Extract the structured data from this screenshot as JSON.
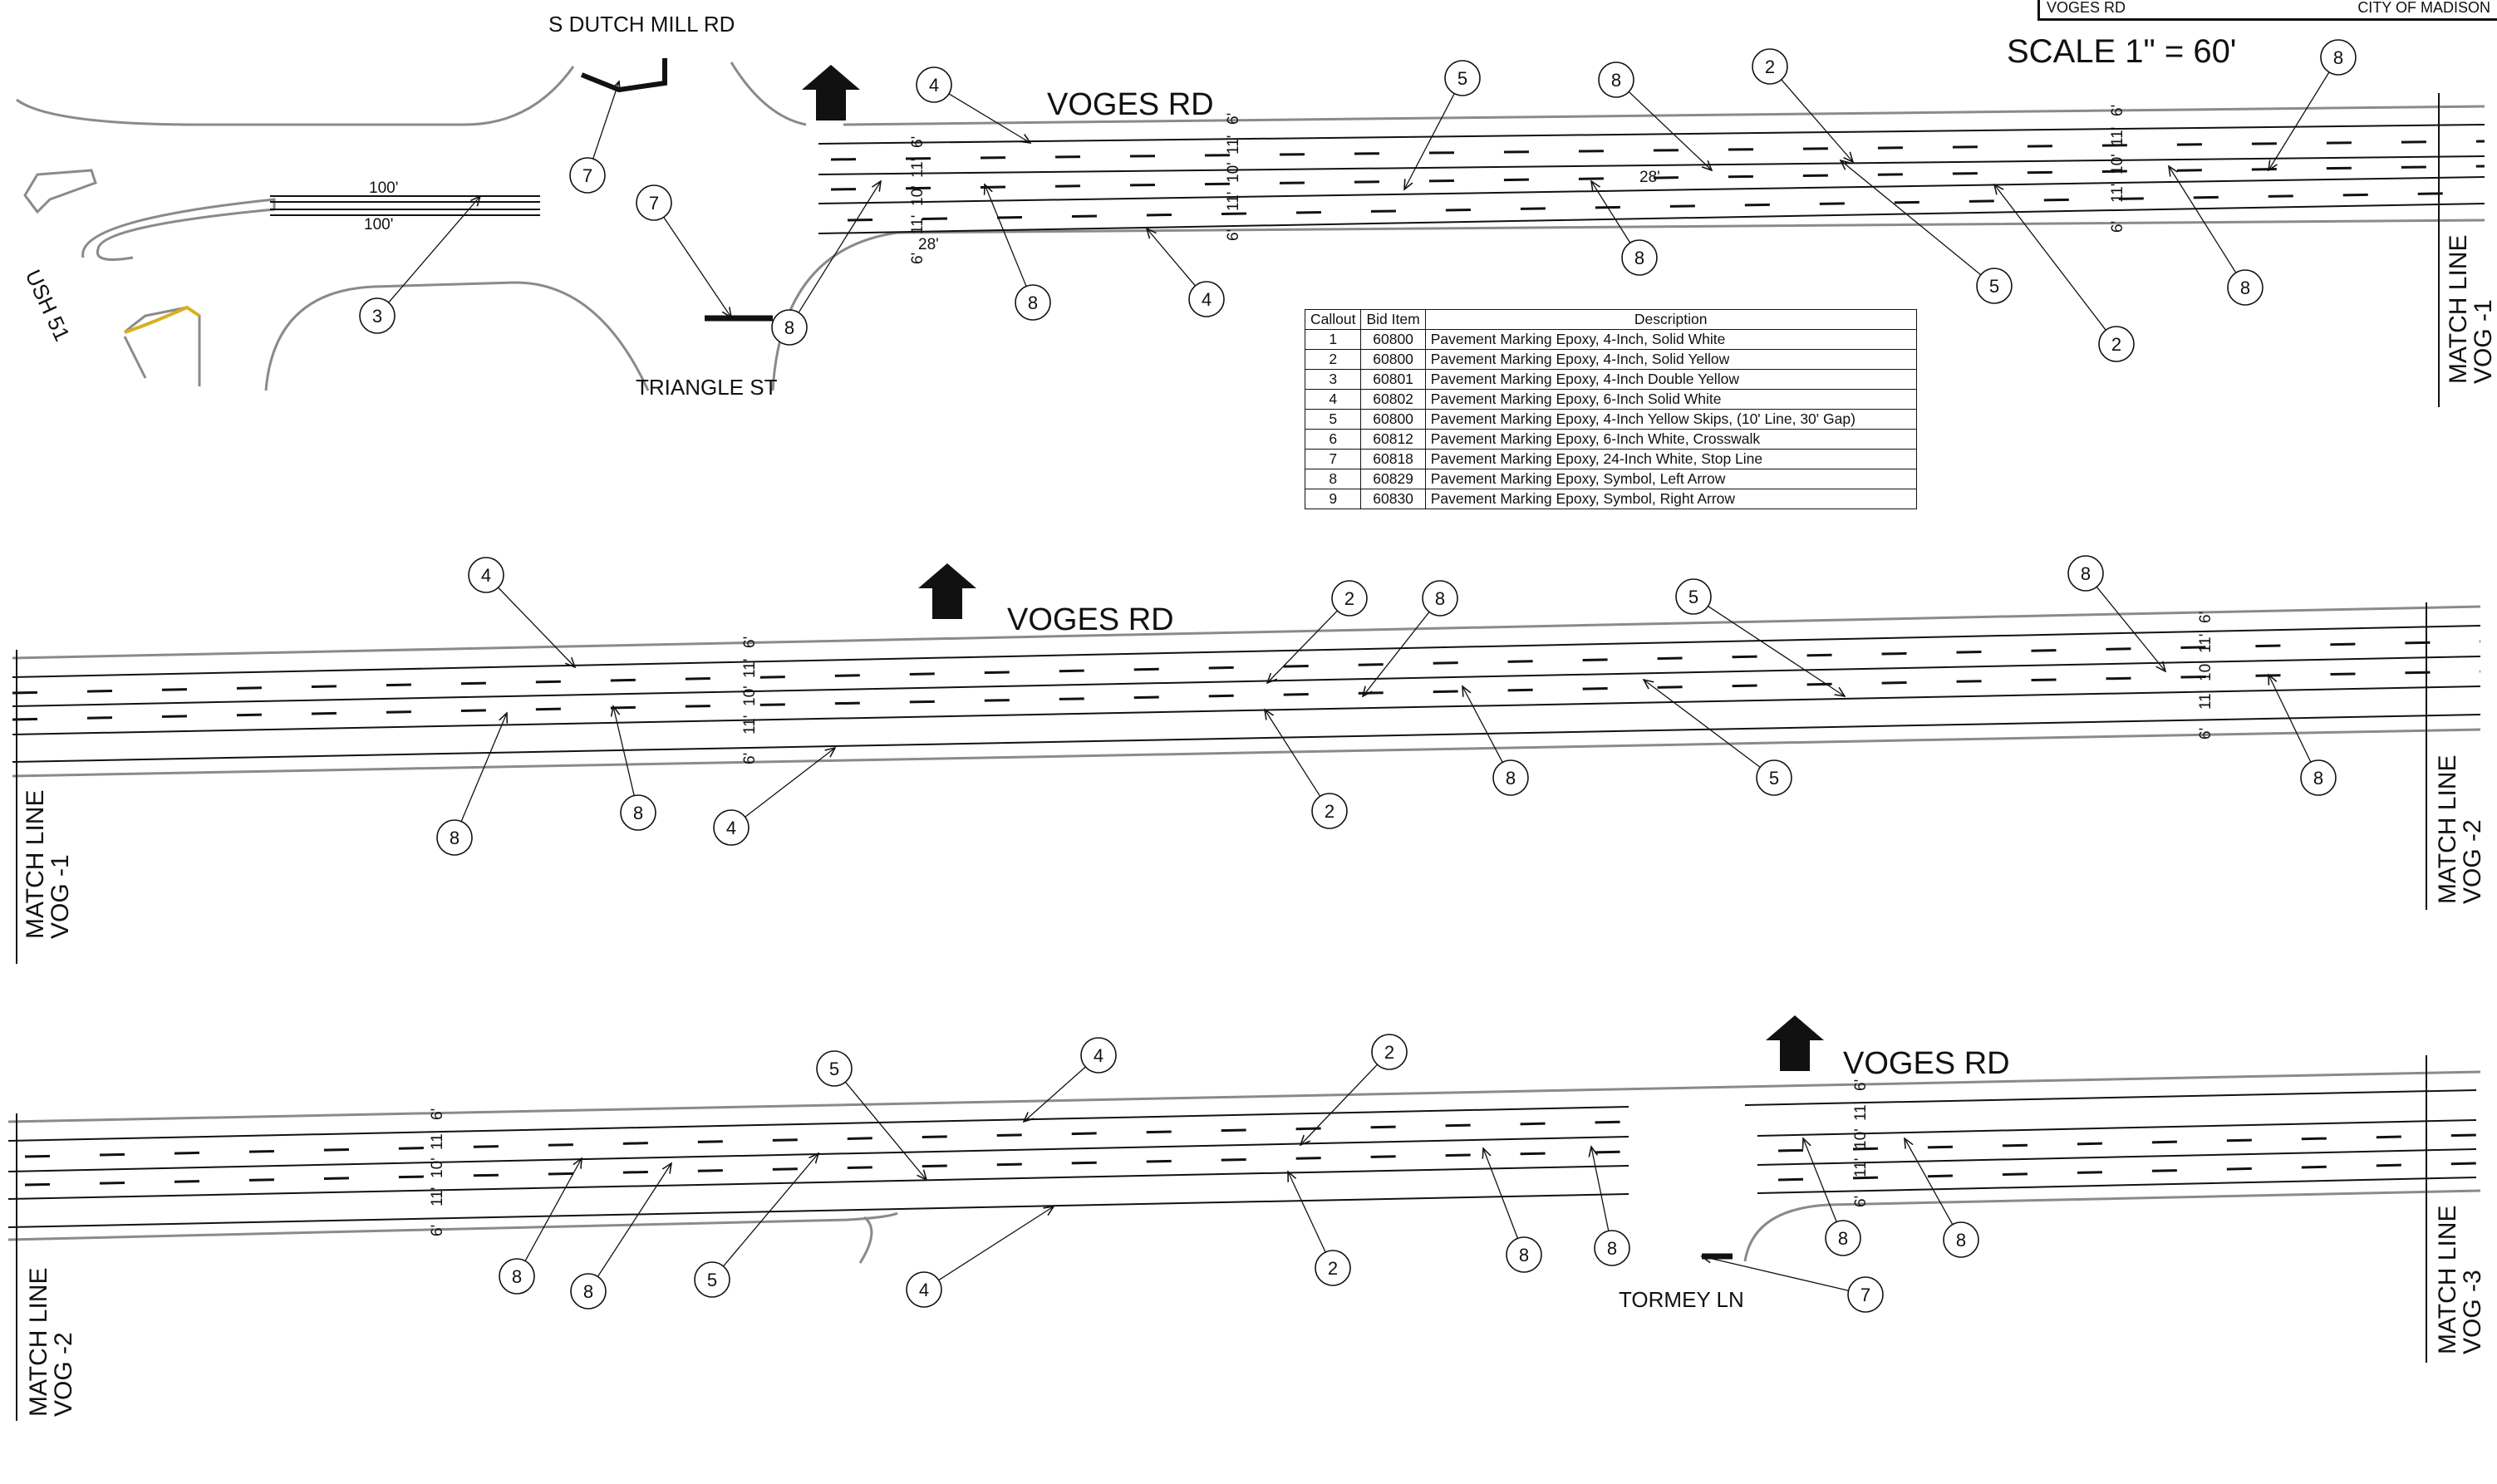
{
  "title_block": {
    "left_text": "VOGES RD",
    "right_text": "CITY OF MADISON"
  },
  "scale": "SCALE 1\" = 60'",
  "street_labels": {
    "dutch_mill": "S DUTCH MILL RD",
    "ush51": "USH 51",
    "triangle": "TRIANGLE ST",
    "tormey": "TORMEY LN",
    "voges": "VOGES RD"
  },
  "match_lines": {
    "vog1": [
      "MATCH LINE",
      "VOG -1"
    ],
    "vog2": [
      "MATCH LINE",
      "VOG -2"
    ],
    "vog3": [
      "MATCH LINE",
      "VOG -3"
    ]
  },
  "dimensions": {
    "len_100": "100'",
    "gap_28": "28'",
    "lanes": [
      "6'",
      "11'",
      "10'",
      "11'",
      "6'"
    ]
  },
  "legend": {
    "headers": [
      "Callout",
      "Bid Item",
      "Description"
    ],
    "rows": [
      [
        "1",
        "60800",
        "Pavement Marking Epoxy, 4-Inch, Solid White"
      ],
      [
        "2",
        "60800",
        "Pavement Marking Epoxy, 4-Inch, Solid Yellow"
      ],
      [
        "3",
        "60801",
        "Pavement Marking Epoxy, 4-Inch Double Yellow"
      ],
      [
        "4",
        "60802",
        "Pavement Marking Epoxy, 6-Inch Solid White"
      ],
      [
        "5",
        "60800",
        "Pavement Marking Epoxy, 4-Inch Yellow Skips, (10' Line, 30' Gap)"
      ],
      [
        "6",
        "60812",
        "Pavement Marking Epoxy, 6-Inch White, Crosswalk"
      ],
      [
        "7",
        "60818",
        "Pavement Marking Epoxy, 24-Inch White, Stop Line"
      ],
      [
        "8",
        "60829",
        "Pavement Marking Epoxy, Symbol, Left Arrow"
      ],
      [
        "9",
        "60830",
        "Pavement Marking Epoxy, Symbol, Right Arrow"
      ]
    ]
  },
  "callouts": {
    "s1": [
      "4",
      "5",
      "8",
      "2",
      "8",
      "7",
      "7",
      "3",
      "8",
      "8",
      "4",
      "8",
      "5",
      "2",
      "8"
    ],
    "s2": [
      "4",
      "2",
      "8",
      "5",
      "8",
      "8",
      "8",
      "4",
      "2",
      "8",
      "5",
      "8"
    ],
    "s3": [
      "5",
      "4",
      "2",
      "8",
      "8",
      "5",
      "4",
      "2",
      "8",
      "8",
      "8",
      "8",
      "7"
    ]
  },
  "colors": {
    "ink": "#111111",
    "road_edge": "#8a8a8a",
    "yellow_curb": "#d8b020"
  }
}
